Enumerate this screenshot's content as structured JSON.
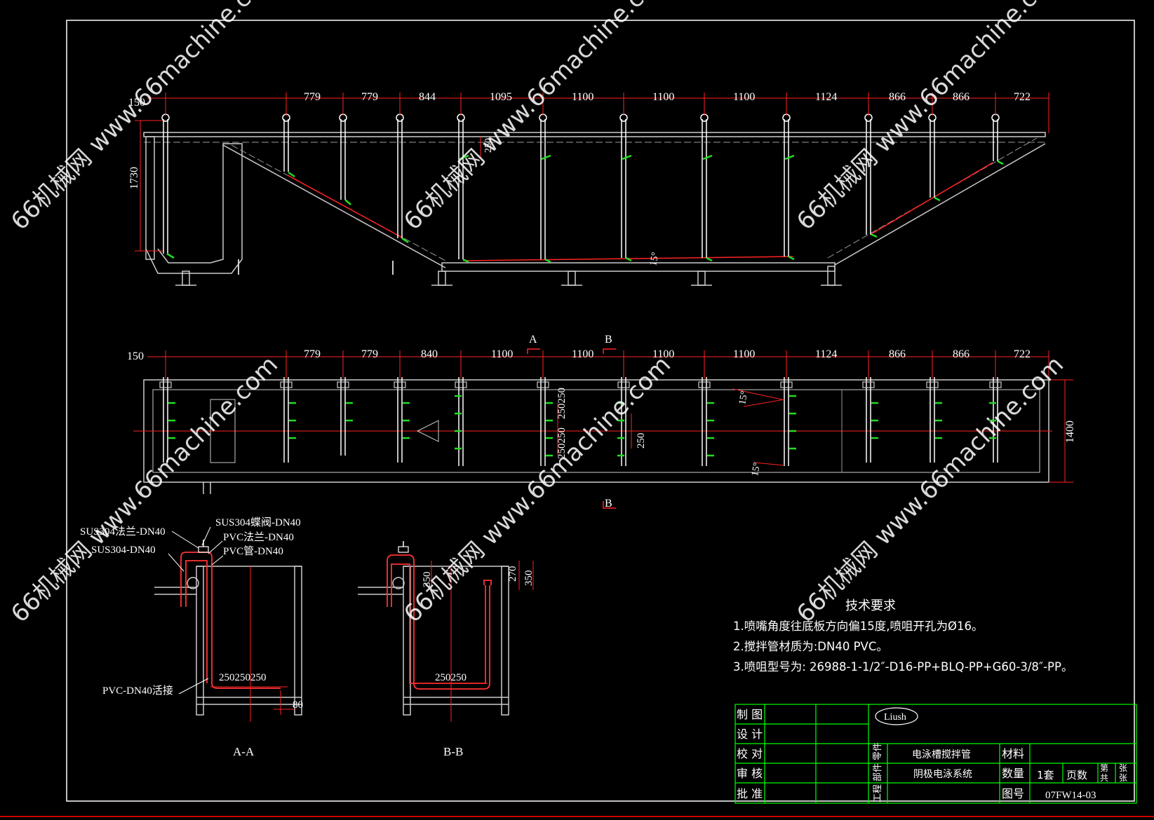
{
  "side_view": {
    "top_dims": [
      "150",
      "779",
      "779",
      "844",
      "1095",
      "1100",
      "1100",
      "1100",
      "1124",
      "866",
      "866",
      "722"
    ],
    "height_dim": "1730",
    "nozzle_dim": "250",
    "angle": "15°"
  },
  "plan_view": {
    "top_dims": [
      "150",
      "779",
      "779",
      "840",
      "1100",
      "1100",
      "1100",
      "1100",
      "1124",
      "866",
      "866",
      "722"
    ],
    "width_dim": "1400",
    "section_a": "A",
    "section_b": "B",
    "section_b_bottom": "B",
    "spacing_a": "250250",
    "spacing_b": "250250",
    "spacing_c": "250",
    "angle_1": "15°",
    "angle_2": "15°"
  },
  "section_aa": {
    "label": "A-A",
    "callouts": [
      "SUS304法兰-DN40",
      "SUS304蝶阀-DN40",
      "PVC法兰-DN40",
      "SUS304-DN40",
      "PVC管-DN40",
      "PVC-DN40活接"
    ],
    "dim_bottom": "250250250",
    "dim_80": "80"
  },
  "section_bb": {
    "label": "B-B",
    "dim_350a": "350",
    "dim_270": "270",
    "dim_350b": "350",
    "dim_bottom": "250250"
  },
  "notes": {
    "title": "技术要求",
    "lines": [
      "1.喷嘴角度往底板方向偏15度,喷咀开孔为Ø16。",
      "2.搅拌管材质为:DN40 PVC。",
      "3.喷咀型号为: 26988-1-1/2″-D16-PP+BLQ-PP+G60-3/8″-PP。"
    ]
  },
  "title_block": {
    "rows": [
      "制 图",
      "设 计",
      "校 对",
      "审 核",
      "批 准"
    ],
    "company": "Liush",
    "part_label": "零件",
    "component_label": "部件",
    "project_label": "工程",
    "part_name": "电泳槽搅拌管",
    "system_name": "阴极电泳系统",
    "material_label": "材料",
    "quantity_label": "数量",
    "quantity_value": "1套",
    "pages_label": "页数",
    "total_label": "共",
    "sheet_label": "第",
    "sheet_unit": "张",
    "total_unit": "张",
    "drawing_no_label": "图号",
    "drawing_no": "07FW14-03"
  },
  "watermark": {
    "text": "66机械网 www.66machine.com"
  },
  "colors": {
    "background": "#000000",
    "lines": "#ffffff",
    "dimension": "#ff2020",
    "nozzle": "#22dd22",
    "title_block": "#00ff00"
  }
}
